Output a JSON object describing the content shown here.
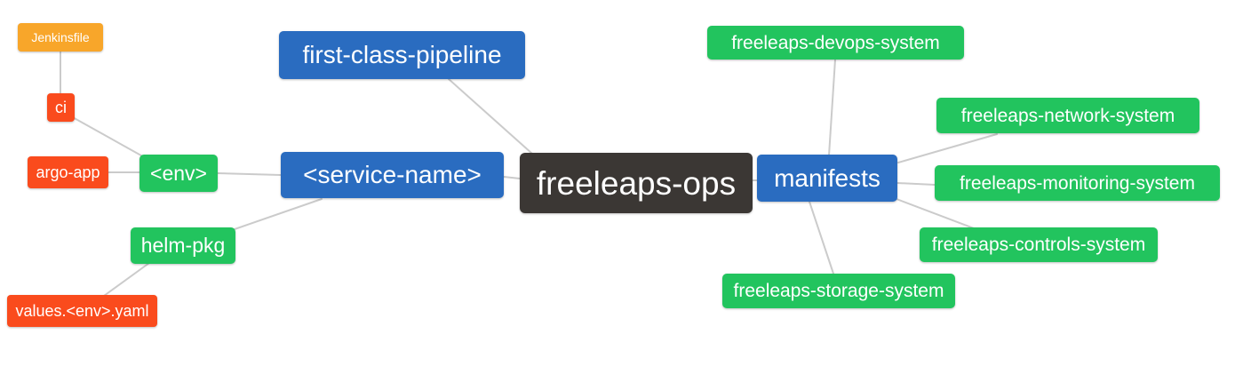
{
  "diagram": {
    "type": "mindmap",
    "title": "freeleaps-ops repository structure mind map",
    "nodes": {
      "root": {
        "label": "freeleaps-ops",
        "level": 0,
        "color": "#3b3734"
      },
      "fcp": {
        "label": "first-class-pipeline",
        "level": 1,
        "color": "#2a6cc0"
      },
      "service": {
        "label": "<service-name>",
        "level": 1,
        "color": "#2a6cc0"
      },
      "manifests": {
        "label": "manifests",
        "level": 1,
        "color": "#2a6cc0"
      },
      "env": {
        "label": "<env>",
        "level": 2,
        "color": "#22c45e"
      },
      "helm_pkg": {
        "label": "helm-pkg",
        "level": 2,
        "color": "#22c45e"
      },
      "argo_app": {
        "label": "argo-app",
        "level": 3,
        "color": "#fa4b1d"
      },
      "ci": {
        "label": "ci",
        "level": 3,
        "color": "#fa4b1d"
      },
      "values_yaml": {
        "label": "values.<env>.yaml",
        "level": 3,
        "color": "#fa4b1d"
      },
      "jenkinsfile": {
        "label": "Jenkinsfile",
        "level": 4,
        "color": "#f8a62a"
      },
      "devops": {
        "label": "freeleaps-devops-system",
        "level": 2,
        "color": "#22c45e"
      },
      "network": {
        "label": "freeleaps-network-system",
        "level": 2,
        "color": "#22c45e"
      },
      "monitoring": {
        "label": "freeleaps-monitoring-system",
        "level": 2,
        "color": "#22c45e"
      },
      "controls": {
        "label": "freeleaps-controls-system",
        "level": 2,
        "color": "#22c45e"
      },
      "storage": {
        "label": "freeleaps-storage-system",
        "level": 2,
        "color": "#22c45e"
      }
    },
    "edges": [
      {
        "from": "jenkinsfile",
        "to": "ci"
      },
      {
        "from": "ci",
        "to": "env"
      },
      {
        "from": "argo_app",
        "to": "env"
      },
      {
        "from": "env",
        "to": "service"
      },
      {
        "from": "helm_pkg",
        "to": "service"
      },
      {
        "from": "values_yaml",
        "to": "helm_pkg"
      },
      {
        "from": "fcp",
        "to": "root"
      },
      {
        "from": "service",
        "to": "root"
      },
      {
        "from": "root",
        "to": "manifests"
      },
      {
        "from": "manifests",
        "to": "devops"
      },
      {
        "from": "manifests",
        "to": "network"
      },
      {
        "from": "manifests",
        "to": "monitoring"
      },
      {
        "from": "manifests",
        "to": "controls"
      },
      {
        "from": "manifests",
        "to": "storage"
      }
    ],
    "colors": {
      "root_bg": "#3b3734",
      "level1_bg": "#2a6cc0",
      "level2_bg": "#22c45e",
      "level3_bg": "#fa4b1d",
      "level4_bg": "#f8a62a",
      "edge": "#cbcbcb",
      "text": "#ffffff",
      "background": "#ffffff"
    }
  }
}
